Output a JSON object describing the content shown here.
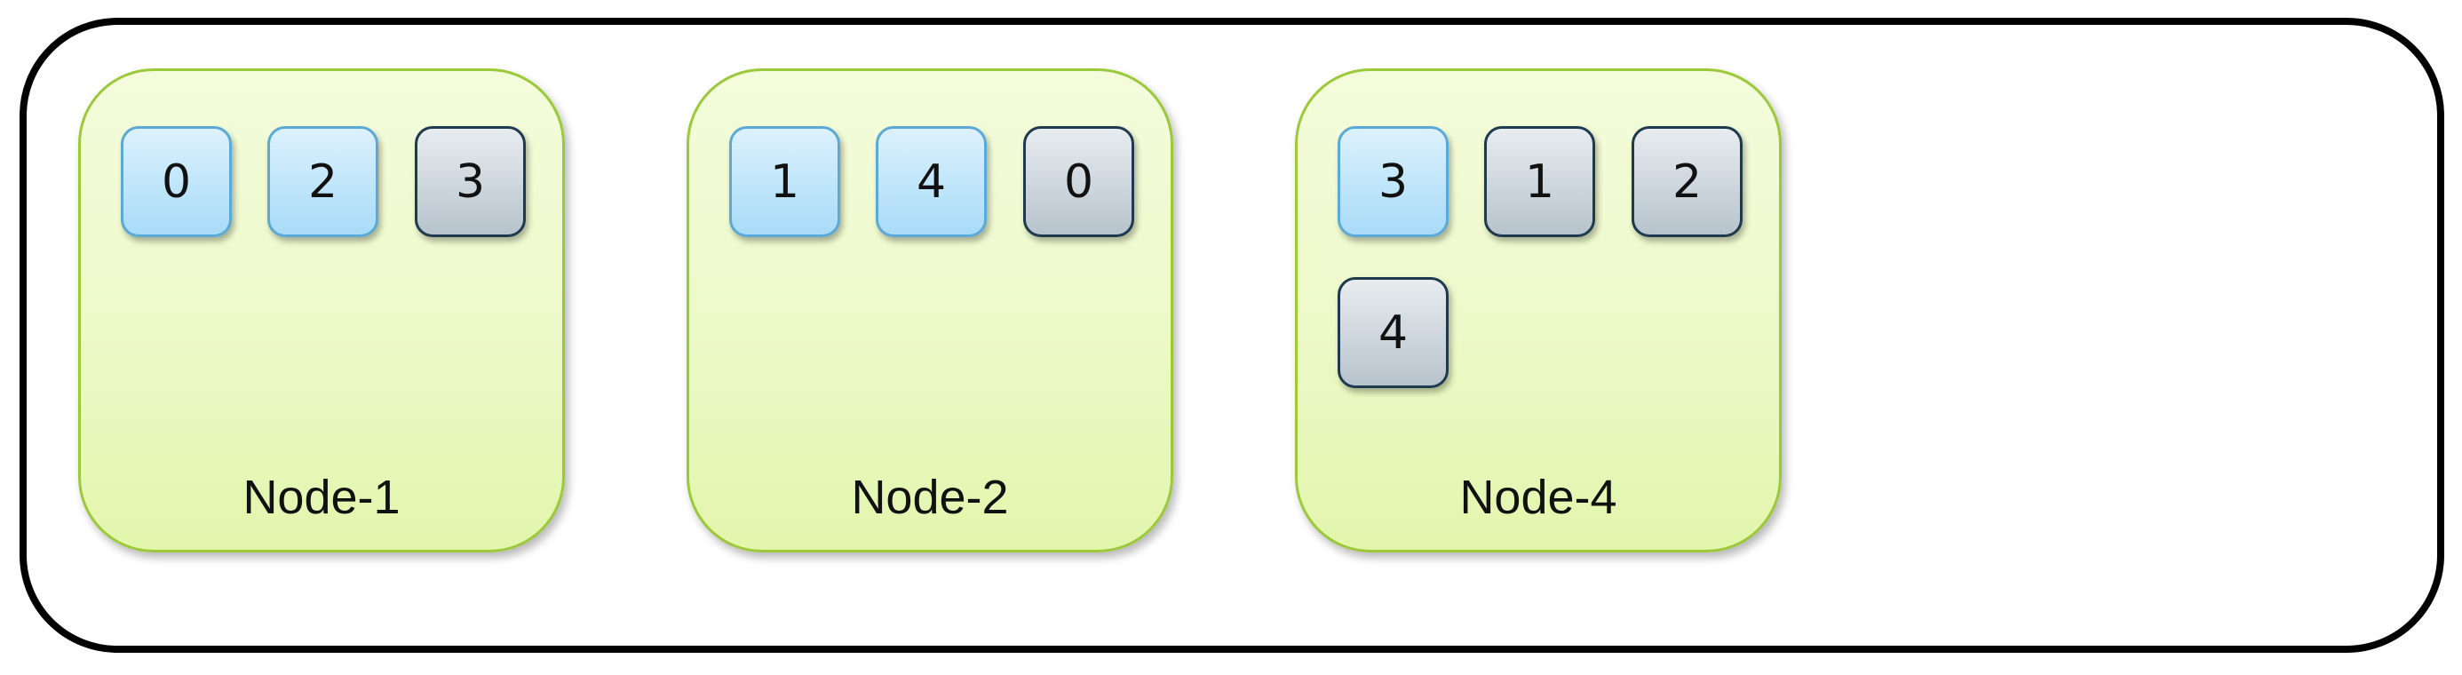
{
  "nodes": [
    {
      "label": "Node-1",
      "shards": [
        {
          "id": "0",
          "kind": "primary"
        },
        {
          "id": "2",
          "kind": "primary"
        },
        {
          "id": "3",
          "kind": "replica"
        }
      ]
    },
    {
      "label": "Node-2",
      "shards": [
        {
          "id": "1",
          "kind": "primary"
        },
        {
          "id": "4",
          "kind": "primary"
        },
        {
          "id": "0",
          "kind": "replica"
        }
      ]
    },
    {
      "label": "Node-4",
      "shards": [
        {
          "id": "3",
          "kind": "primary"
        },
        {
          "id": "1",
          "kind": "replica"
        },
        {
          "id": "2",
          "kind": "replica"
        },
        {
          "id": "4",
          "kind": "replica"
        }
      ]
    }
  ],
  "colors": {
    "cluster_border": "#000000",
    "node_fill": "#ecf9c8",
    "node_border": "#9bc93a",
    "primary_fill": "#bfe5fa",
    "primary_border": "#5aa9d6",
    "replica_fill": "#cdd6dd",
    "replica_border": "#1f3a4e"
  }
}
